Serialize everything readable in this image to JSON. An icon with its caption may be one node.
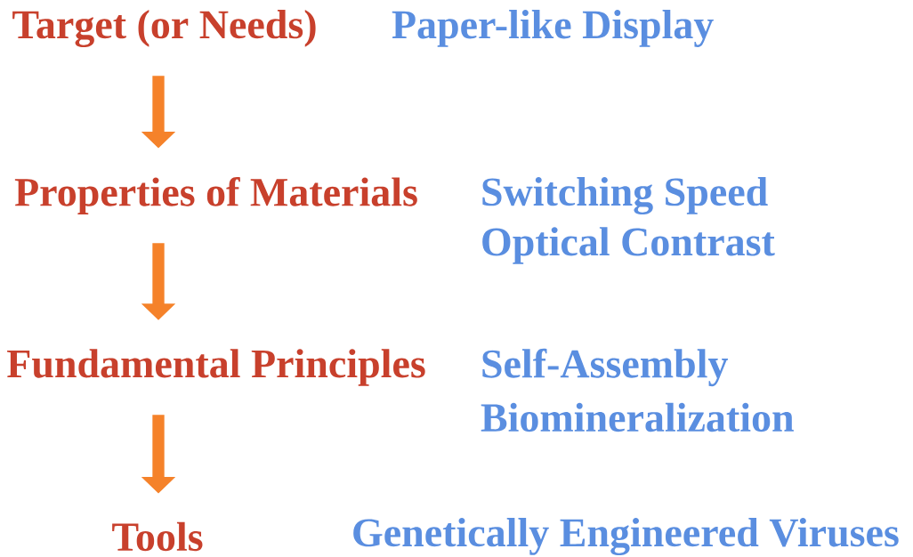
{
  "diagram": {
    "nodes": [
      {
        "text": [
          "Target (or Needs)"
        ],
        "beside": [
          "Paper-like Display"
        ]
      },
      {
        "text": [
          "Properties of Materials"
        ],
        "beside": [
          "Switching Speed",
          "Optical Contrast"
        ]
      },
      {
        "text": [
          "Fundamental Principles"
        ],
        "beside": [
          "Self-Assembly",
          "Biomineralization"
        ]
      },
      {
        "text": [
          "Tools"
        ]
      }
    ],
    "labels": [
      "Genetically Engineered Viruses"
    ],
    "edges": [
      {
        "from": 0,
        "to": 1,
        "arrow": "to"
      },
      {
        "from": 1,
        "to": 2,
        "arrow": "to"
      },
      {
        "from": 2,
        "to": 3,
        "arrow": "to"
      }
    ]
  }
}
